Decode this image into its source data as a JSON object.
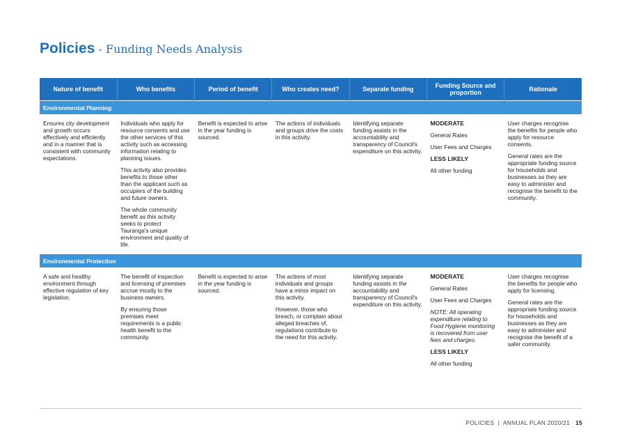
{
  "title": {
    "main": "Policies",
    "subtitle": " - Funding Needs Analysis"
  },
  "table": {
    "headers": [
      "Nature of benefit",
      "Who benefits",
      "Period of benefit",
      "Who creates need?",
      "Separate funding",
      "Funding Source and proportion",
      "Rationale"
    ],
    "sections": [
      {
        "name": "Environmental Planning",
        "nature": [
          "Ensures city development and growth occurs effectively and efficiently and in a manner that is consistent with community expectations."
        ],
        "who_benefits": [
          "Individuals who apply for resource consents and use the other services of this activity such as accessing information relating to planning issues.",
          "This activity also provides benefits to those other than the applicant such as occupiers of the building and future owners.",
          "The whole community benefit as this activity seeks to protect Tauranga's unique environment and quality of life."
        ],
        "period": [
          "Benefit is expected to arise in the year funding is sourced."
        ],
        "who_creates": [
          "The actions of individuals and groups drive the costs in this activity."
        ],
        "separate": [
          "Identifying separate funding assists in the accountability and transparency of Council's expenditure on this activity."
        ],
        "funding": {
          "level1": "MODERATE",
          "items1": [
            "General Rates",
            "User Fees and Charges"
          ],
          "note": "",
          "level2": "LESS LIKELY",
          "items2": [
            "All other funding"
          ]
        },
        "rationale": [
          "User charges recognise the benefits for people who apply for resource consents.",
          "General rates are the appropriate funding source for households and businesses as they are easy to administer and recognise the benefit to the community."
        ]
      },
      {
        "name": "Environmental Protection",
        "nature": [
          "A safe and healthy environment through effective regulation of key legislation."
        ],
        "who_benefits": [
          "The benefit of inspection and licensing of premises accrue mostly to the business owners.",
          "By ensuring those premises meet requirements is a public health benefit to the community."
        ],
        "period": [
          "Benefit is expected to arise in the year funding is sourced."
        ],
        "who_creates": [
          "The actions of most individuals and groups have a minor impact on this activity.",
          "However, those who breach, or complain about alleged breaches of, regulations contribute to the need for this activity."
        ],
        "separate": [
          "Identifying separate funding assists in the accountability and transparency of Council's expenditure on this activity."
        ],
        "funding": {
          "level1": "MODERATE",
          "items1": [
            "General Rates",
            "User Fees and Charges"
          ],
          "note": "NOTE: All operating expenditure relating to Food Hygiene monitoring is recovered from user fees and charges.",
          "level2": "LESS LIKELY",
          "items2": [
            "All other funding"
          ]
        },
        "rationale": [
          "User charges recognise the benefits for people who apply for licensing.",
          "General rates are the appropriate funding source for households and businesses as they are easy to administer and recognise the benefit of a safer community."
        ]
      }
    ]
  },
  "footer": {
    "text": "POLICIES  |  ANNUAL PLAN 2020/21",
    "page": "15"
  },
  "colors": {
    "brand_blue": "#1f6fbf",
    "section_blue": "#3a95da"
  }
}
